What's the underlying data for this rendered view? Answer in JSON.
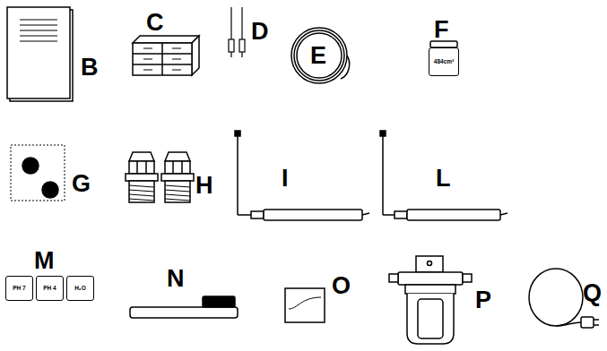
{
  "diagram": {
    "nodes": [
      {
        "text": [
          "484cm³"
        ]
      },
      {
        "text": [
          "PH 7"
        ]
      },
      {
        "text": [
          "PH 4"
        ]
      },
      {
        "text": [
          "H₂O"
        ]
      }
    ],
    "labels": [
      "B",
      "C",
      "D",
      "E",
      "F",
      "G",
      "H",
      "I",
      "L",
      "M",
      "N",
      "O",
      "P",
      "Q"
    ]
  }
}
